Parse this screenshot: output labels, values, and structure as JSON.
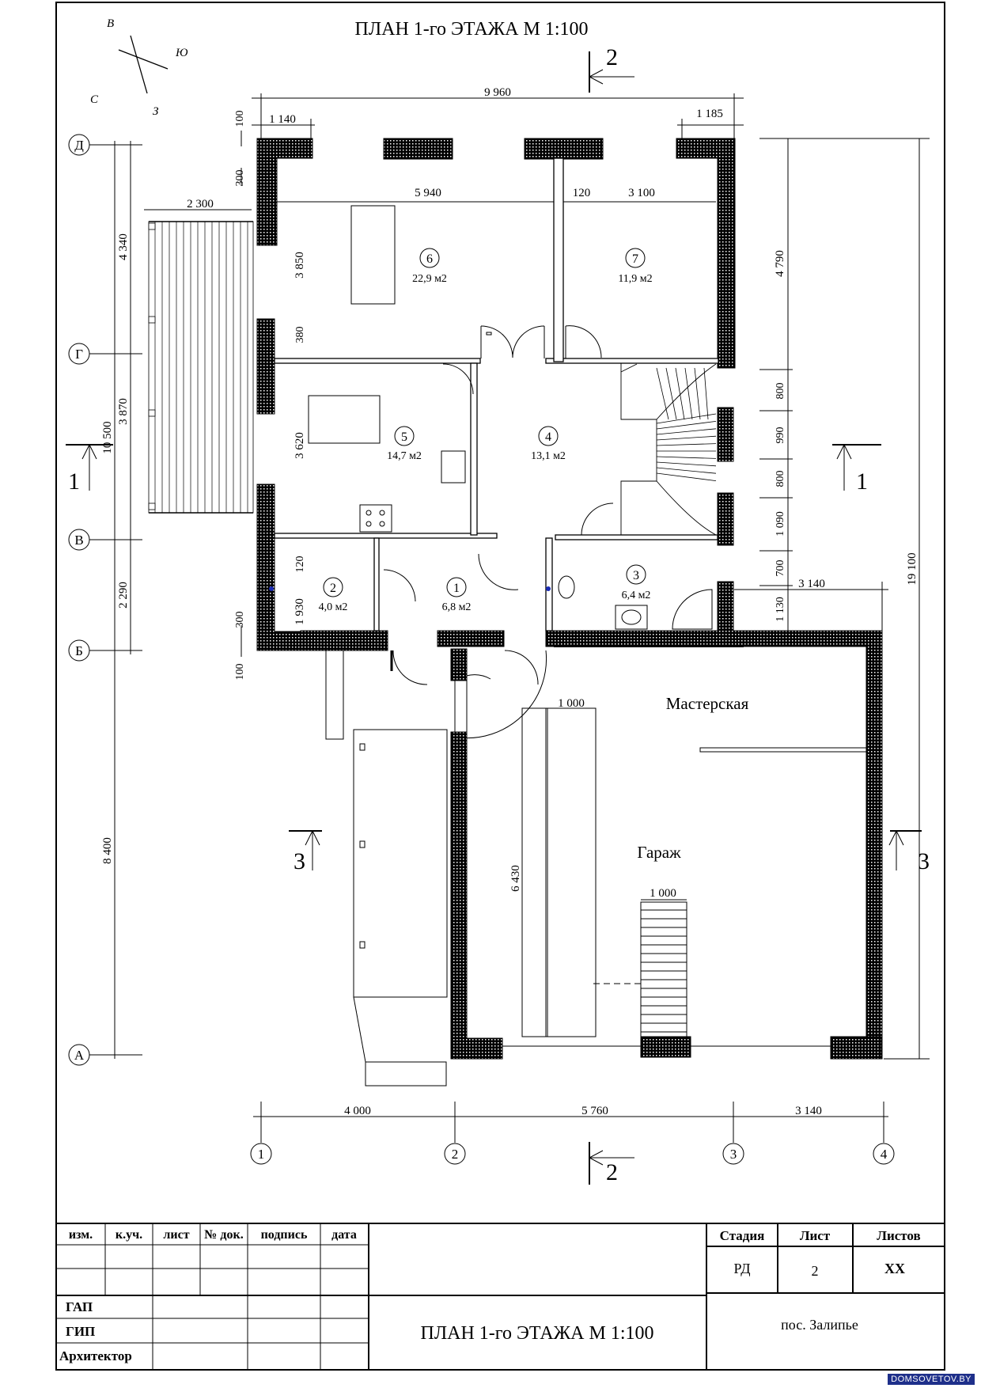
{
  "title": "ПЛАН 1-го ЭТАЖА  М 1:100",
  "compass": {
    "n": "С",
    "s": "Ю",
    "e": "В",
    "w": "З"
  },
  "axes": {
    "letters": [
      "Д",
      "Г",
      "В",
      "Б",
      "А"
    ],
    "numbers": [
      "1",
      "2",
      "3",
      "4"
    ]
  },
  "sections": {
    "s1": "1",
    "s2": "2",
    "s3": "3"
  },
  "dimensions": {
    "overall_width": "9 960",
    "top_left_offset": "1 140",
    "top_right_offset": "1 185",
    "wall_100": "100",
    "wall_300": "300",
    "terrace_width": "2 300",
    "room6_width": "5 940",
    "partition_120": "120",
    "room7_width": "3 100",
    "room6_depth": "3 850",
    "d_380": "380",
    "room5_depth": "3 620",
    "room2_120": "120",
    "room2_depth": "1 930",
    "left_4340": "4 340",
    "left_3870": "3 870",
    "left_10500": "10 500",
    "left_2290": "2 290",
    "left_8400": "8 400",
    "right_4790": "4 790",
    "right_800a": "800",
    "right_990": "990",
    "right_800b": "800",
    "right_1090": "1 090",
    "right_700": "700",
    "right_1130": "1 130",
    "right_3140": "3 140",
    "right_19100": "19 100",
    "garage_1000a": "1 000",
    "garage_6430": "6 430",
    "garage_1000b": "1 000",
    "bottom_4000": "4 000",
    "bottom_5760": "5 760",
    "bottom_3140": "3 140"
  },
  "rooms": [
    {
      "num": "1",
      "area": "6,8 м2"
    },
    {
      "num": "2",
      "area": "4,0 м2"
    },
    {
      "num": "3",
      "area": "6,4 м2"
    },
    {
      "num": "4",
      "area": "13,1 м2"
    },
    {
      "num": "5",
      "area": "14,7 м2"
    },
    {
      "num": "6",
      "area": "22,9 м2"
    },
    {
      "num": "7",
      "area": "11,9 м2"
    }
  ],
  "labels": {
    "workshop": "Мастерская",
    "garage": "Гараж"
  },
  "stamp": {
    "headers": [
      "изм.",
      "к.уч.",
      "лист",
      "№ док.",
      "подпись",
      "дата"
    ],
    "roles": [
      "ГАП",
      "ГИП",
      "Архитектор"
    ],
    "stage_label": "Стадия",
    "sheet_label": "Лист",
    "sheets_label": "Листов",
    "stage": "РД",
    "sheet": "2",
    "sheets": "XX",
    "title": "ПЛАН 1-го ЭТАЖА  М 1:100",
    "location": "пос. Залипье"
  },
  "watermark": "DOMSOVETOV.BY"
}
